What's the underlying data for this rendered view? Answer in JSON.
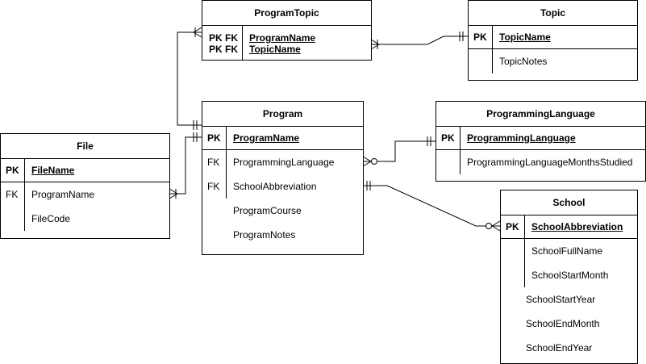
{
  "entities": {
    "programtopic": {
      "title": "ProgramTopic",
      "keys": [
        "PK FK",
        "PK FK"
      ],
      "fields": [
        "ProgramName",
        "TopicName"
      ]
    },
    "topic": {
      "title": "Topic",
      "pk": {
        "key": "PK",
        "name": "TopicName"
      },
      "fields": [
        "TopicNotes"
      ]
    },
    "program": {
      "title": "Program",
      "pk": {
        "key": "PK",
        "name": "ProgramName"
      },
      "fields": [
        {
          "key": "FK",
          "name": "ProgrammingLanguage"
        },
        {
          "key": "FK",
          "name": "SchoolAbbreviation"
        },
        {
          "key": "",
          "name": "ProgramCourse"
        },
        {
          "key": "",
          "name": "ProgramNotes"
        }
      ]
    },
    "programminglanguage": {
      "title": "ProgrammingLanguage",
      "pk": {
        "key": "PK",
        "name": "ProgrammingLanguage"
      },
      "fields": [
        "ProgrammingLanguageMonthsStudied"
      ]
    },
    "file": {
      "title": "File",
      "pk": {
        "key": "PK",
        "name": "FileName"
      },
      "fields": [
        {
          "key": "FK",
          "name": "ProgramName"
        },
        {
          "key": "",
          "name": "FileCode"
        }
      ]
    },
    "school": {
      "title": "School",
      "pk": {
        "key": "PK",
        "name": "SchoolAbbreviation"
      },
      "fields": [
        "SchoolFullName",
        "SchoolStartMonth",
        "SchoolStartYear",
        "SchoolEndMonth",
        "SchoolEndYear"
      ]
    }
  },
  "relationships": [
    {
      "from": "Program",
      "to": "ProgramTopic",
      "from_end": "one-mandatory",
      "to_end": "one-or-many"
    },
    {
      "from": "Topic",
      "to": "ProgramTopic",
      "from_end": "one-mandatory",
      "to_end": "one-or-many"
    },
    {
      "from": "Program",
      "to": "File",
      "from_end": "one-mandatory",
      "to_end": "one-or-many"
    },
    {
      "from": "ProgrammingLanguage",
      "to": "Program",
      "from_end": "one-mandatory",
      "to_end": "zero-or-many"
    },
    {
      "from": "Program",
      "to": "School",
      "from_end": "one-mandatory",
      "to_end": "zero-or-many"
    }
  ],
  "colors": {
    "line": "#000000",
    "background": "#ffffff"
  }
}
